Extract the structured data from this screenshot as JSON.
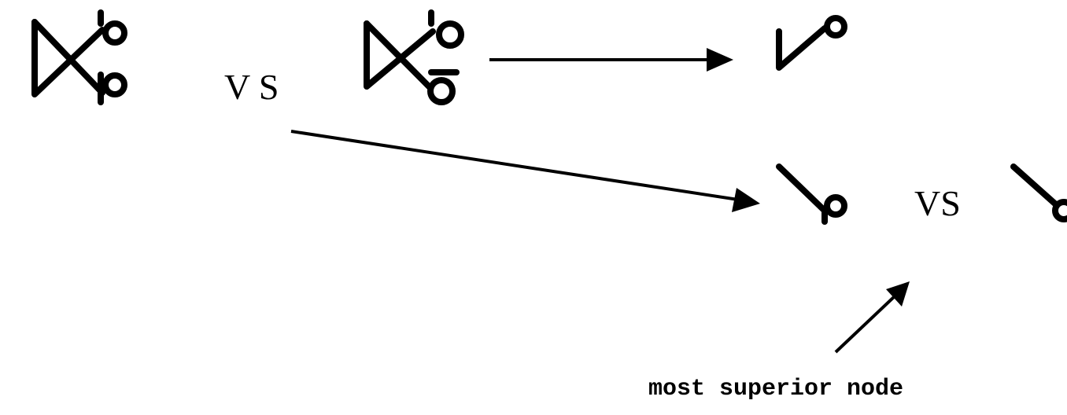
{
  "labels": {
    "vs_top": "V S",
    "vs_bottom": "VS",
    "annotation": "most superior node"
  },
  "colors": {
    "ink": "#000000",
    "background": "#ffffff"
  }
}
